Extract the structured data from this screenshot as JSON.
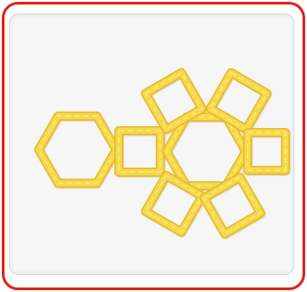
{
  "illustration": {
    "subject": "magnetic-tile-shapes",
    "frame_color": "#d9261c",
    "panel_color": "#f6f6f6",
    "tile_fill": "#f6d94a",
    "tile_edge": "#e6b92a",
    "tile_highlight": "#fbe887",
    "shapes": [
      {
        "kind": "hexagon",
        "role": "left-hexagon"
      },
      {
        "kind": "square",
        "role": "left-square"
      },
      {
        "kind": "hexagon",
        "role": "center-hexagon"
      },
      {
        "kind": "square",
        "role": "top-left-square"
      },
      {
        "kind": "square",
        "role": "top-right-square"
      },
      {
        "kind": "square",
        "role": "right-square"
      },
      {
        "kind": "square",
        "role": "bottom-left-square"
      },
      {
        "kind": "square",
        "role": "bottom-right-square"
      }
    ]
  }
}
